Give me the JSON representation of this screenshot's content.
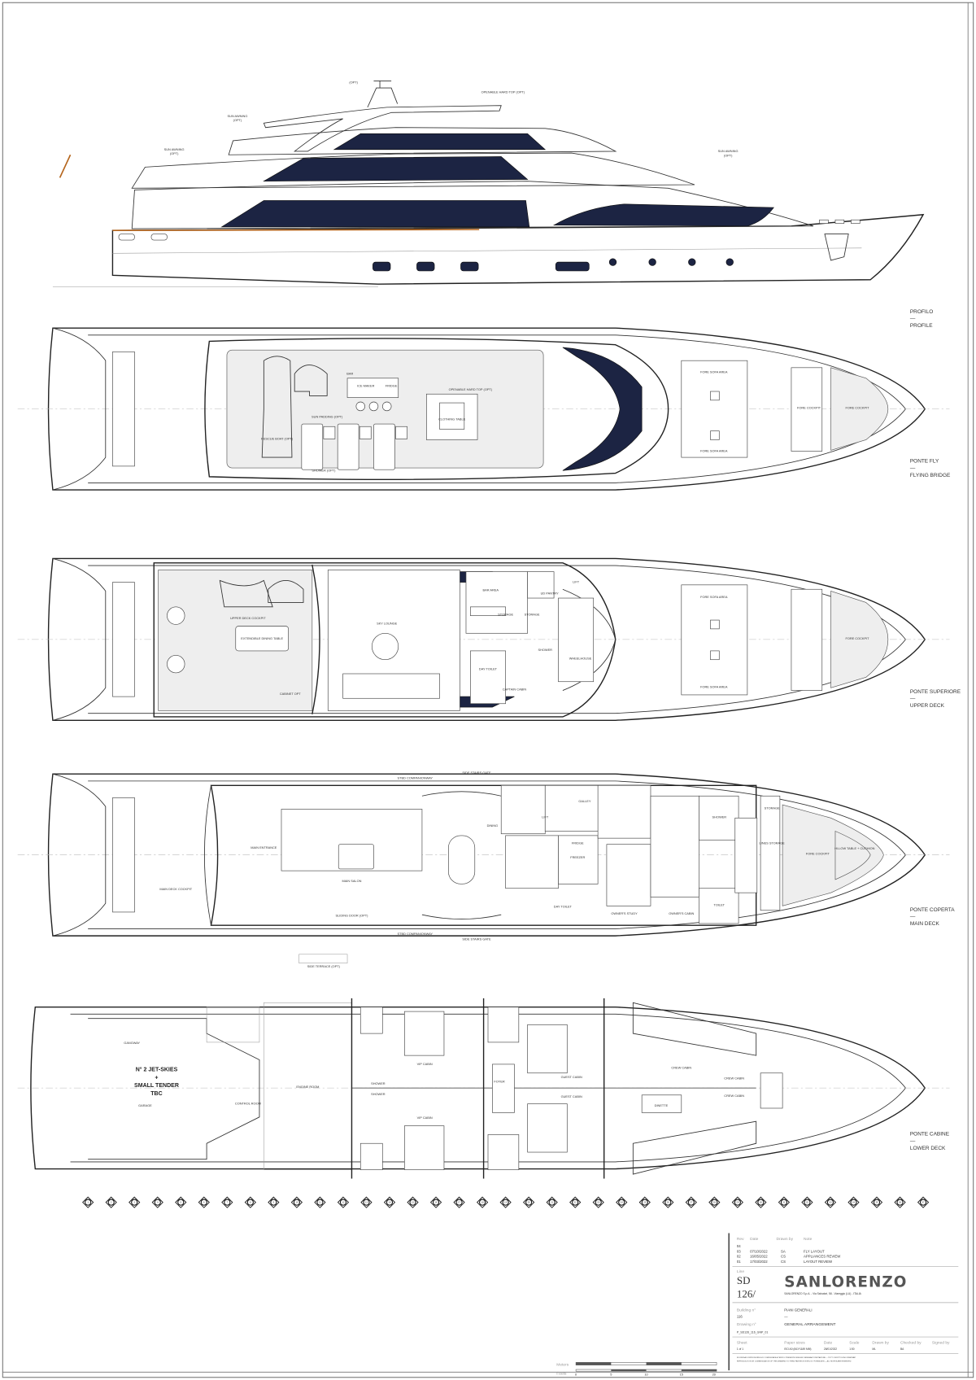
{
  "profile": {
    "title_it": "PROFILO",
    "title_en": "PROFILE",
    "annotations": [
      "(OPT)",
      "SUN AWNING",
      "(OPT)",
      "OPENABLE HARD TOP (OPT)",
      "SUN AWNING",
      "(OPT)",
      "SUN AWNING",
      "(OPT)"
    ]
  },
  "flying_bridge": {
    "title_it": "PONTE FLY",
    "title_en": "FLYING BRIDGE",
    "labels": [
      "BAR",
      "ICE MAKER",
      "FRIDGE",
      "OPENABLE HARD TOP (OPT)",
      "RESCUE BOAT (OPT)",
      "SUN PADDING (OPT)",
      "SHOWER (OPT)",
      "CLOTHING TABLE",
      "FORE SOFA AREA",
      "FORE SOFA AREA",
      "FORE COCKPIT",
      "FORE COCKPIT"
    ]
  },
  "upper_deck": {
    "title_it": "PONTE SUPERIORE",
    "title_en": "UPPER DECK",
    "labels": [
      "UPPER DECK COCKPIT",
      "EXTENDIBLE DINING TABLE",
      "CABINET OPT",
      "SKY LOUNGE",
      "BAR AREA",
      "UD PANTRY",
      "LIFT",
      "STORAGE",
      "STORAGE",
      "DAY TOILET",
      "CAPTAIN CABIN",
      "WHEELHOUSE",
      "SHOWER",
      "FORE SOFA AREA",
      "FORE SOFA AREA",
      "FORE COCKPIT"
    ]
  },
  "main_deck": {
    "title_it": "PONTE COPERTA",
    "title_en": "MAIN DECK",
    "labels": [
      "MAIN ENTRANCE",
      "MAIN DECK COCKPIT",
      "STBD COMPANIONWAY",
      "STBD COMPANIONWAY",
      "MAIN SALON",
      "DINING",
      "SIDE STAIRS GATE",
      "SIDE STAIRS GATE",
      "LIFT",
      "GALLEY",
      "FRIDGE",
      "FREEZER",
      "OWNER'S STUDY",
      "OWNER'S CABIN",
      "DAY TOILET",
      "SHOWER",
      "TOILET",
      "LINES STORAGE",
      "FORE COCKPIT",
      "HI-LOW TABLE + CUSHION",
      "STORAGE",
      "SLIDING DOOR (OPT)"
    ],
    "side_terrace": "SIDE TERRACE (OPT)"
  },
  "lower_deck": {
    "title_it": "PONTE CABINE",
    "title_en": "LOWER DECK",
    "labels": [
      "GANGWAY",
      "N° 2 JET-SKIES",
      "+",
      "SMALL TENDER",
      "TBC",
      "GARAGE",
      "CONTROL ROOM",
      "ENGINE ROOM",
      "VIP CABIN",
      "VIP CABIN",
      "FOYER",
      "GUEST CABIN",
      "GUEST CABIN",
      "CREW CABIN",
      "CREW CABIN",
      "CREW CABIN",
      "DINETTE",
      "SHOWER",
      "SHOWER"
    ]
  },
  "frame_markers": [
    "1",
    "2",
    "3",
    "4",
    "5",
    "6",
    "7",
    "8",
    "9",
    "10",
    "11",
    "12",
    "13",
    "14",
    "15",
    "16",
    "17",
    "18",
    "19",
    "20",
    "21",
    "22",
    "23",
    "24",
    "25",
    "26",
    "27",
    "28",
    "29",
    "30",
    "31",
    "32",
    "33",
    "34",
    "35",
    "36",
    "37"
  ],
  "scale_bar": {
    "meters_label": "Meters",
    "feets_label": "Feets",
    "feet_ticks": [
      "0",
      "5",
      "10",
      "15",
      "20"
    ]
  },
  "title_block": {
    "rev_headers": [
      "Rev",
      "Date",
      "Drawn by",
      "Note"
    ],
    "revisions": [
      {
        "rev": "04",
        "date": "",
        "by": "",
        "note": ""
      },
      {
        "rev": "03",
        "date": "07/10/2022",
        "by": "SA",
        "note": "FLY LAYOUT"
      },
      {
        "rev": "02",
        "date": "16/05/2022",
        "by": "CS",
        "note": "APPLIANCES REVIEW"
      },
      {
        "rev": "01",
        "date": "17/03/2022",
        "by": "CS",
        "note": "LAYOUT REVIEW"
      }
    ],
    "line_label": "Line",
    "line_value_1": "SD",
    "line_value_2": "126/",
    "brand": "SANLORENZO",
    "address": "SANLORENZO S.p.A. - Via Salvatori, 58 - Viareggio (LU) - ITALIA",
    "building_label": "Building n°",
    "building_value": "116",
    "title_it": "PIANI GENERALI",
    "dash": "—",
    "drawing_label": "Drawing n°",
    "title_en": "GENERAL ARRANGEMENT",
    "drawing_value": "P_SD126_116_GNP_01",
    "footer_headers": [
      "Sheet",
      "Paper sizes",
      "Date",
      "Scale",
      "Drawn by",
      "Checked by",
      "Signed by"
    ],
    "footer_values": [
      "1 of 1",
      "ISO A0 (841*1189 MM)",
      "28/01/2022",
      "1:50",
      "ML",
      "BA",
      ""
    ],
    "disclaimer_1": "SI DIFFIDA DI RIPRODURRE E/O COMUNICARE A TERZI IL PRESENTE DISEGNO SENZA AUTORIZZAZIONE — TUTTI I DIRITTI SONO RISERVATI",
    "disclaimer_2": "REPRODUCTION OR COMMUNICATION OF THIS DRAWING TO THIRD PARTIES IS STRICTLY FORBIDDEN — ALL RIGHTS ARE RESERVED"
  },
  "colors": {
    "glass": "#1c2443",
    "rail": "#b5651d"
  }
}
